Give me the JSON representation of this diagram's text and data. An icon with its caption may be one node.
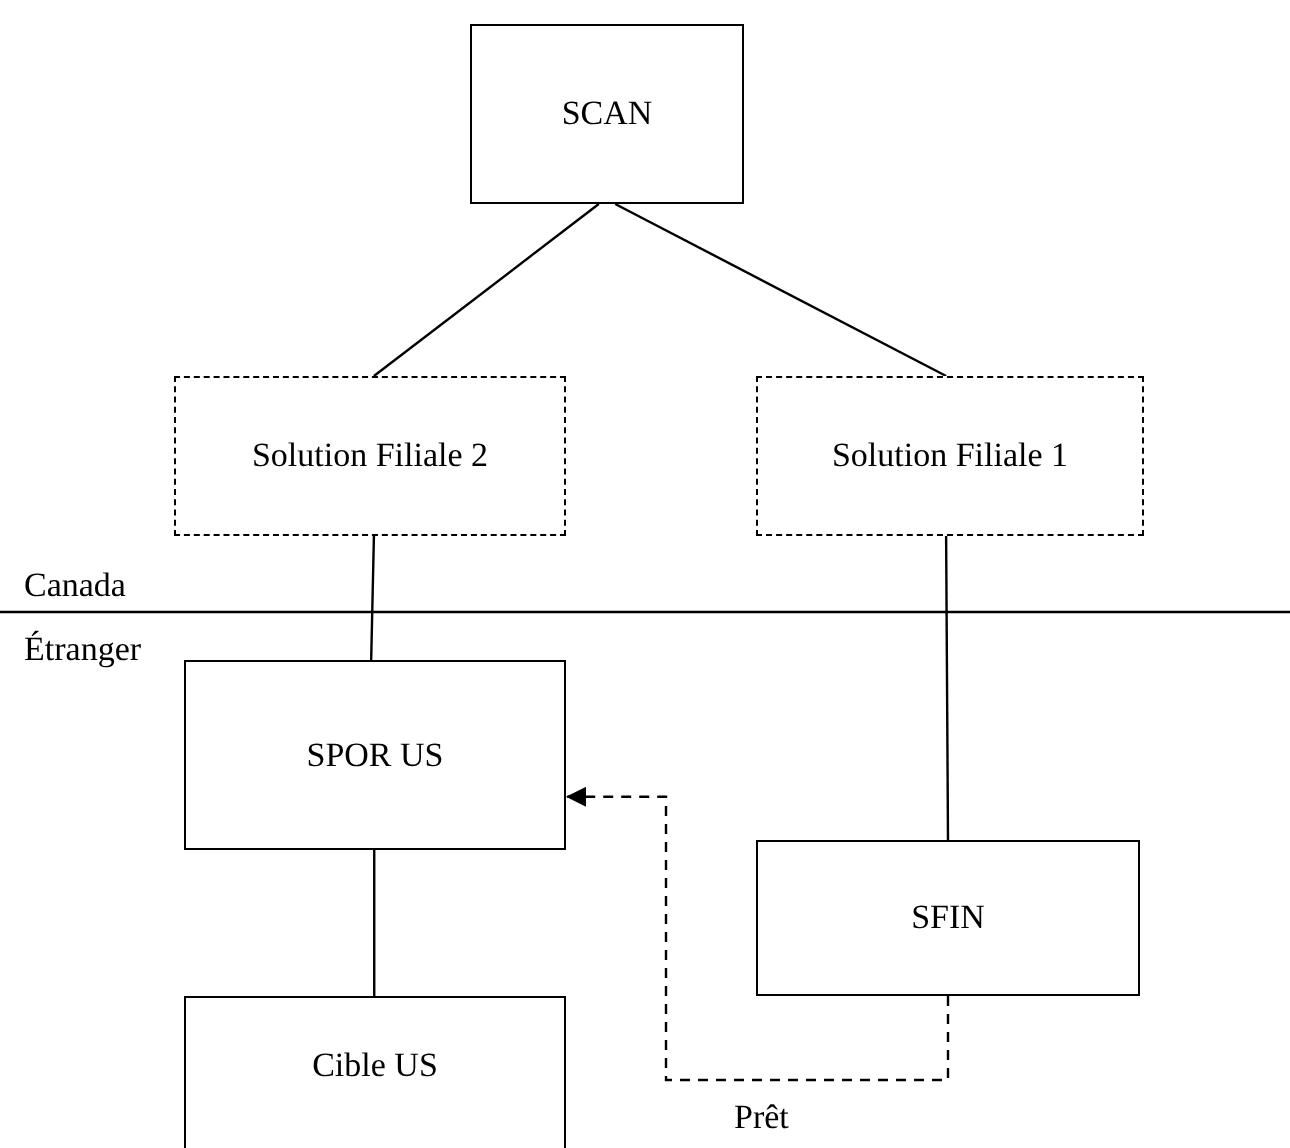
{
  "diagram": {
    "nodes": [
      {
        "text": [
          "SCAN"
        ]
      },
      {
        "text": [
          "Solution Filiale 2"
        ]
      },
      {
        "text": [
          "Solution Filiale 1"
        ]
      },
      {
        "text": [
          "SPOR US"
        ]
      },
      {
        "text": [
          "SFIN"
        ]
      },
      {
        "text": [
          "Cible US"
        ]
      }
    ],
    "edges": [
      {
        "from": 0,
        "to": 1,
        "arrow": "none"
      },
      {
        "from": 0,
        "to": 2,
        "arrow": "none"
      },
      {
        "from": 1,
        "to": 3,
        "arrow": "none"
      },
      {
        "from": 2,
        "to": 4,
        "arrow": "none"
      },
      {
        "from": 3,
        "to": 5,
        "arrow": "none"
      },
      {
        "from": 4,
        "to": 3,
        "arrow": "to",
        "style": "dashed",
        "label": "Prêt"
      }
    ],
    "labels": [
      "Canada",
      "Étranger"
    ]
  }
}
